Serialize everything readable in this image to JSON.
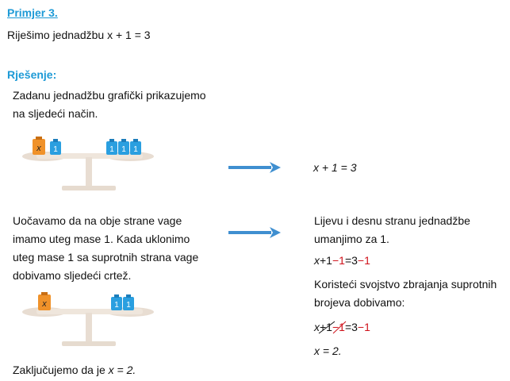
{
  "header": {
    "title": "Primjer 3.",
    "task_prefix": "Riješimo jednadžbu ",
    "task_eq": "x + 1 = 3"
  },
  "solution": {
    "label": "Rješenje:",
    "intro_line1": "Zadanu jednadžbu grafički prikazujemo",
    "intro_line2": "na sljedeći način.",
    "scale1": {
      "left_weights": [
        "x",
        "1"
      ],
      "right_weights": [
        "1",
        "1",
        "1"
      ]
    },
    "eq1": "x + 1 = 3",
    "explain_lines": [
      "Uočavamo da na obje strane vage",
      "imamo uteg mase 1. Kada uklonimo",
      "uteg mase 1 sa suprotnih strana vage",
      "dobivamo sljedeći crtež."
    ],
    "scale2": {
      "left_weights": [
        "x"
      ],
      "right_weights": [
        "1",
        "1"
      ]
    },
    "conclusion_prefix": "Zaključujemo da je ",
    "conclusion_eq": "x = 2.",
    "right_col": {
      "line1": "Lijevu i desnu stranu jednadžbe",
      "line2": "umanjimo za 1.",
      "eq2": {
        "x": "x",
        "plus1": "+1",
        "minus1_left": "−1",
        "eqpart": "=3",
        "minus1_right": "−1"
      },
      "line3": "Koristeći svojstvo zbrajanja suprotnih",
      "line4": "brojeva dobivamo:",
      "eq3": {
        "x": "x",
        "plus1": "+1",
        "minus1_left": "−1",
        "eqpart": "=3",
        "minus1_right": "−1"
      },
      "eq4": "x = 2."
    }
  },
  "colors": {
    "accent": "#1e9ad6",
    "x_weight": "#f0922a",
    "one_weight": "#2a9fe0",
    "scale": "#e8ddd2",
    "arrow": "#3f8fd0",
    "red": "#d0121b"
  }
}
